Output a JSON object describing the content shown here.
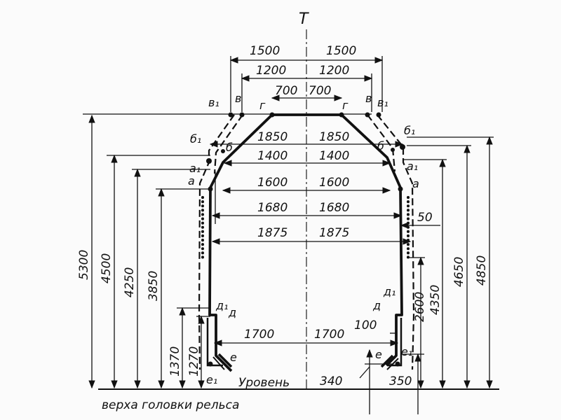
{
  "title": "T",
  "caption": {
    "line1": "Уровень",
    "line2": "верха головки рельса"
  },
  "dimensions": {
    "horizontal": {
      "w1500": "1500",
      "w1200": "1200",
      "w700": "700",
      "w1850": "1850",
      "w1400": "1400",
      "w1600": "1600",
      "w1680": "1680",
      "w1875": "1875",
      "w1700": "1700",
      "w50": "50",
      "w100": "100",
      "w340": "340",
      "w350": "350"
    },
    "vertical": {
      "h5300": "5300",
      "h4500": "4500",
      "h4250": "4250",
      "h3850": "3850",
      "h1370": "1370",
      "h1270": "1270",
      "h2600": "2600",
      "h4350": "4350",
      "h4650": "4650",
      "h4850": "4850"
    }
  },
  "points": {
    "v1": "в₁",
    "v": "в",
    "g": "г",
    "b1": "б₁",
    "b": "б",
    "a1": "а₁",
    "a": "а",
    "d1": "д₁",
    "d": "д",
    "e": "е",
    "e1": "е₁"
  }
}
